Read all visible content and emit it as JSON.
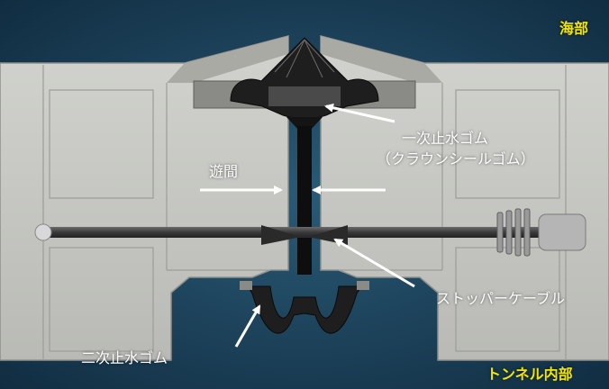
{
  "labels": {
    "sea_side": "海部",
    "tunnel_inside": "トンネル内部",
    "primary_seal_line1": "一次止水ゴム",
    "primary_seal_line2": "（クラウンシールゴム）",
    "gap": "遊間",
    "stopper_cable": "ストッパーケーブル",
    "secondary_seal": "二次止水ゴム"
  },
  "colors": {
    "water_background": "#1b3a52",
    "concrete": "#c8c9c4",
    "rubber": "#1e1e1e",
    "label_text": "#ffffff",
    "zone_text": "#f2e600"
  }
}
